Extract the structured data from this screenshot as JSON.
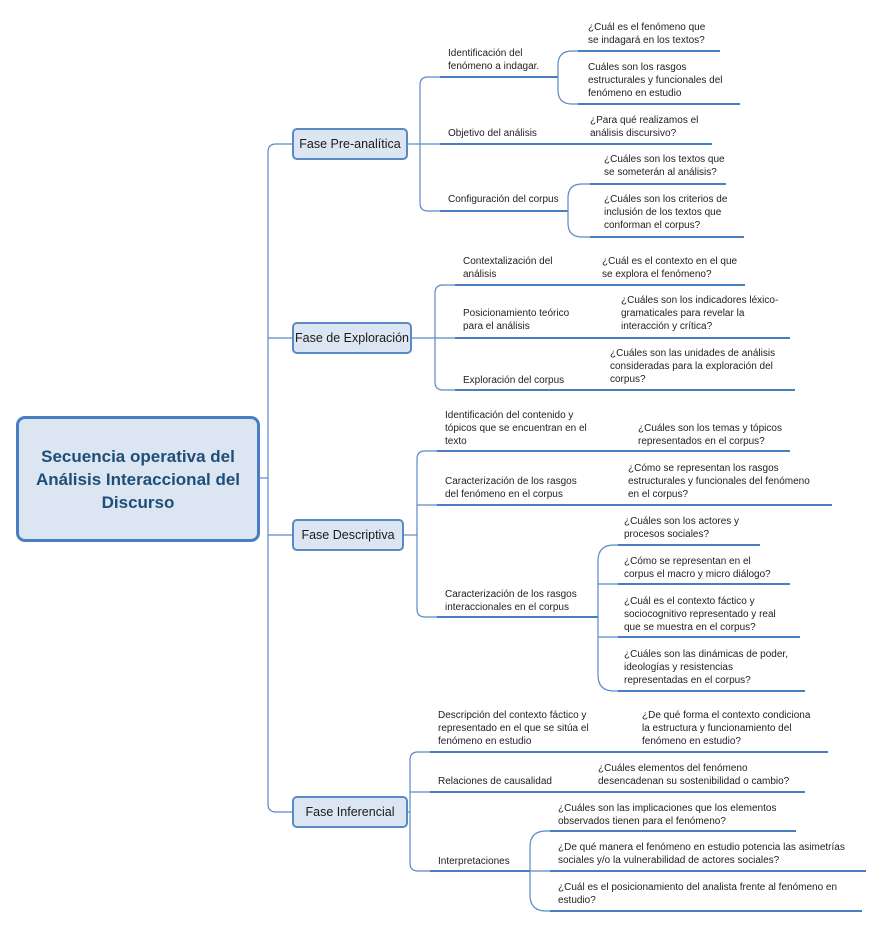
{
  "root": {
    "title": "Secuencia operativa del Análisis Interaccional del Discurso"
  },
  "colors": {
    "connector": "#5b89c6",
    "underline": "#4a7ec2",
    "node_fill": "#dce6f2",
    "title_text": "#1f4e79"
  },
  "phases": [
    {
      "label": "Fase Pre-analítica",
      "branches": [
        {
          "label": "Identificación del\nfenómeno a indagar.",
          "questions": [
            "¿Cuál es el fenómeno  que\nse indagará en los textos?",
            "Cuáles son los rasgos\nestructurales y funcionales del\nfenómeno en estudio"
          ]
        },
        {
          "label": "Objetivo del análisis",
          "questions": [
            "¿Para qué realizamos el\nanálisis discursivo?"
          ]
        },
        {
          "label": "Configuración del corpus",
          "questions": [
            "¿Cuáles son los textos que\nse someterán al análisis?",
            "¿Cuáles son los criterios de\ninclusión de los textos que\nconforman el corpus?"
          ]
        }
      ]
    },
    {
      "label": "Fase de Exploración",
      "branches": [
        {
          "label": "Contextalización del\nanálisis",
          "questions": [
            "¿Cuál es el contexto en el que\nse explora el fenómeno?"
          ]
        },
        {
          "label": "Posicionamiento teórico\npara el análisis",
          "questions": [
            "¿Cuáles son los indicadores léxico-\ngramaticales para revelar la\ninteracción y crítica?"
          ]
        },
        {
          "label": "Exploración del corpus",
          "questions": [
            "¿Cuáles son las unidades de análisis\nconsideradas para la exploración del\ncorpus?"
          ]
        }
      ]
    },
    {
      "label": "Fase Descriptiva",
      "branches": [
        {
          "label": "Identificación del contenido y\ntópicos que se encuentran en el\ntexto",
          "questions": [
            "¿Cuáles son los temas y tópicos\nrepresentados en el corpus?"
          ]
        },
        {
          "label": "Caracterización de los  rasgos\ndel fenómeno en el corpus",
          "questions": [
            "¿Cómo se representan los rasgos\nestructurales y funcionales del fenómeno\nen el corpus?"
          ]
        },
        {
          "label": "Caracterización de los rasgos\ninteraccionales en el corpus",
          "questions": [
            "¿Cuáles son los actores y\nprocesos sociales?",
            "¿Cómo se representan en el\ncorpus el macro y micro diálogo?",
            "¿Cuál es el contexto fáctico y\nsociocognitivo representado y real\nque se muestra en el corpus?",
            "¿Cuáles son las dinámicas de poder,\nideologías y resistencias\nrepresentadas en el corpus?"
          ]
        }
      ]
    },
    {
      "label": "Fase Inferencial",
      "branches": [
        {
          "label": "Descripción del contexto fáctico y\nrepresentado en el que se sitúa el\nfenómeno en estudio",
          "questions": [
            "¿De qué forma el contexto condiciona\nla estructura y funcionamiento del\nfenómeno en estudio?"
          ]
        },
        {
          "label": "Relaciones de causalidad",
          "questions": [
            "¿Cuáles elementos del fenómeno\ndesencadenan su sostenibilidad o cambio?"
          ]
        },
        {
          "label": "Interpretaciones",
          "questions": [
            "¿Cuáles son las implicaciones que  los elementos\nobservados tienen para el fenómeno?",
            "¿De qué manera el fenómeno en estudio potencia las asimetrías\nsociales y/o la vulnerabilidad de actores sociales?",
            "¿Cuál es el posicionamiento del analista frente al fenómeno en\nestudio?"
          ]
        }
      ]
    }
  ]
}
